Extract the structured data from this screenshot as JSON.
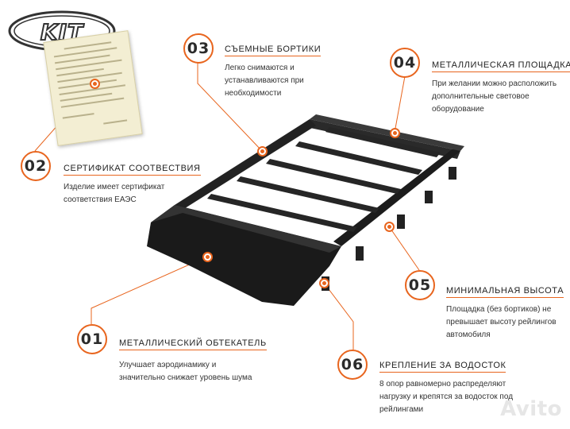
{
  "logo": {
    "text": "KIT"
  },
  "watermark": {
    "text": "Avito"
  },
  "colors": {
    "accent": "#e8651e",
    "rack": "#1e1e1e",
    "text": "#222222"
  },
  "callouts": [
    {
      "num": "01",
      "title": "МЕТАЛЛИЧЕСКИЙ ОБТЕКАТЕЛЬ",
      "lines": [
        "Улучшает аэродинамику и",
        "значительно снижает уровень шума"
      ]
    },
    {
      "num": "02",
      "title": "СЕРТИФИКАТ СООТВЕСТВИЯ",
      "lines": [
        "Изделие имеет сертификат",
        "соответствия ЕАЭС"
      ]
    },
    {
      "num": "03",
      "title": "СЪЕМНЫЕ БОРТИКИ",
      "lines": [
        "Легко снимаются и",
        "устанавливаются при",
        "необходимости"
      ]
    },
    {
      "num": "04",
      "title": "МЕТАЛЛИЧЕСКАЯ ПЛОЩАДКА",
      "lines": [
        "При желании можно расположить",
        "дополнительные световое",
        "оборудование"
      ]
    },
    {
      "num": "05",
      "title": "МИНИМАЛЬНАЯ ВЫСОТА",
      "lines": [
        "Площадка (без бортиков) не",
        "превышает высоту рейлингов",
        "автомобиля"
      ]
    },
    {
      "num": "06",
      "title": "КРЕПЛЕНИЕ ЗА ВОДОСТОК",
      "lines": [
        "8 опор равномерно распределяют",
        "нагрузку и крепятся за водосток под",
        "рейлингами"
      ]
    }
  ]
}
